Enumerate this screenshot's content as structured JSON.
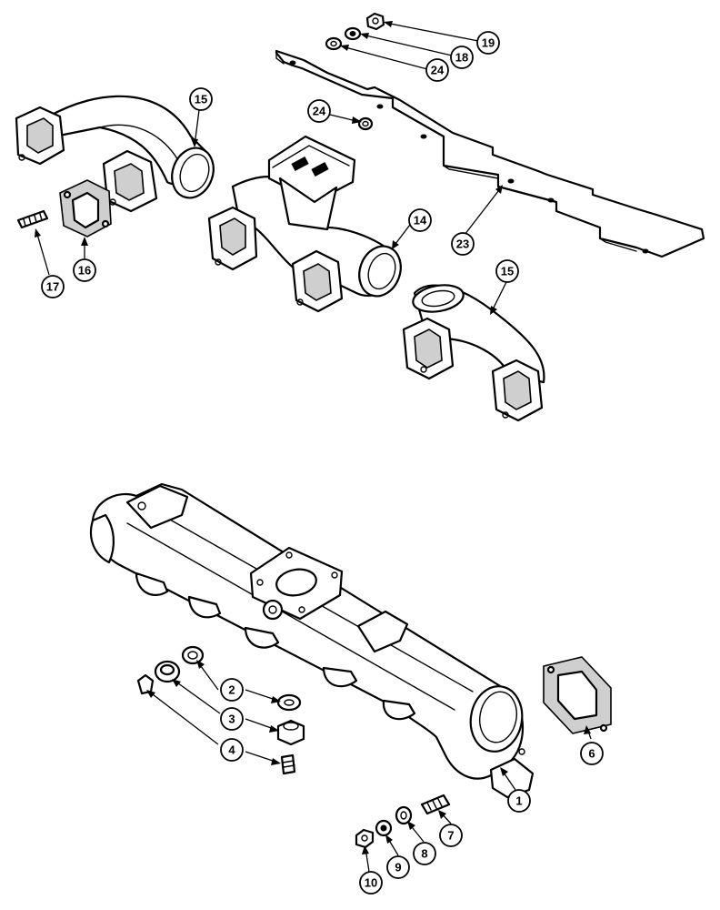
{
  "callouts": [
    {
      "id": "c19",
      "label": "19"
    },
    {
      "id": "c18",
      "label": "18"
    },
    {
      "id": "c24a",
      "label": "24"
    },
    {
      "id": "c24b",
      "label": "24"
    },
    {
      "id": "c15a",
      "label": "15"
    },
    {
      "id": "c14",
      "label": "14"
    },
    {
      "id": "c23",
      "label": "23"
    },
    {
      "id": "c15b",
      "label": "15"
    },
    {
      "id": "c16",
      "label": "16"
    },
    {
      "id": "c17",
      "label": "17"
    },
    {
      "id": "c2",
      "label": "2"
    },
    {
      "id": "c3",
      "label": "3"
    },
    {
      "id": "c4",
      "label": "4"
    },
    {
      "id": "c6",
      "label": "6"
    },
    {
      "id": "c1",
      "label": "1"
    },
    {
      "id": "c7",
      "label": "7"
    },
    {
      "id": "c8",
      "label": "8"
    },
    {
      "id": "c9",
      "label": "9"
    },
    {
      "id": "c10",
      "label": "10"
    }
  ]
}
